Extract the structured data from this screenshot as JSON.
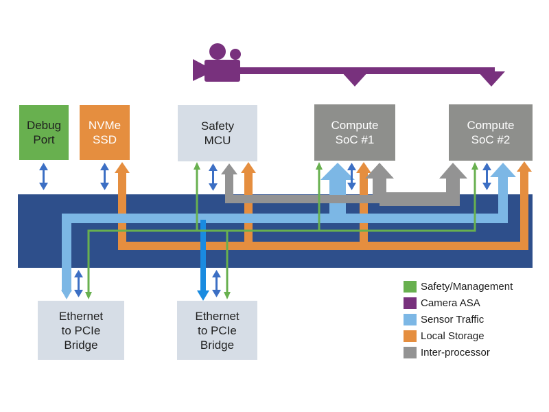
{
  "colors": {
    "bus": "#2e4f8b",
    "safety": "#68b04f",
    "camera": "#78317d",
    "sensor": "#7cb7e5",
    "storage": "#e58e3f",
    "interproc": "#939393",
    "link": "#3c6fc4",
    "box_light": "#d6dde6",
    "box_gray": "#8e8f8c"
  },
  "icons": {
    "camera": "video-camera-icon"
  },
  "blocks": {
    "debug": {
      "line1": "Debug",
      "line2": "Port"
    },
    "nvme": {
      "line1": "NVMe",
      "line2": "SSD"
    },
    "safety": {
      "line1": "Safety",
      "line2": "MCU"
    },
    "soc1": {
      "line1": "Compute",
      "line2": "SoC #1"
    },
    "soc2": {
      "line1": "Compute",
      "line2": "SoC #2"
    },
    "bridge1": {
      "line1": "Ethernet",
      "line2": "to PCIe",
      "line3": "Bridge"
    },
    "bridge2": {
      "line1": "Ethernet",
      "line2": "to PCIe",
      "line3": "Bridge"
    }
  },
  "legend": [
    {
      "label": "Safety/Management",
      "color": "#68b04f"
    },
    {
      "label": "Camera ASA",
      "color": "#78317d"
    },
    {
      "label": "Sensor Traffic",
      "color": "#7cb7e5"
    },
    {
      "label": "Local Storage",
      "color": "#e58e3f"
    },
    {
      "label": "Inter-processor",
      "color": "#939393"
    }
  ]
}
